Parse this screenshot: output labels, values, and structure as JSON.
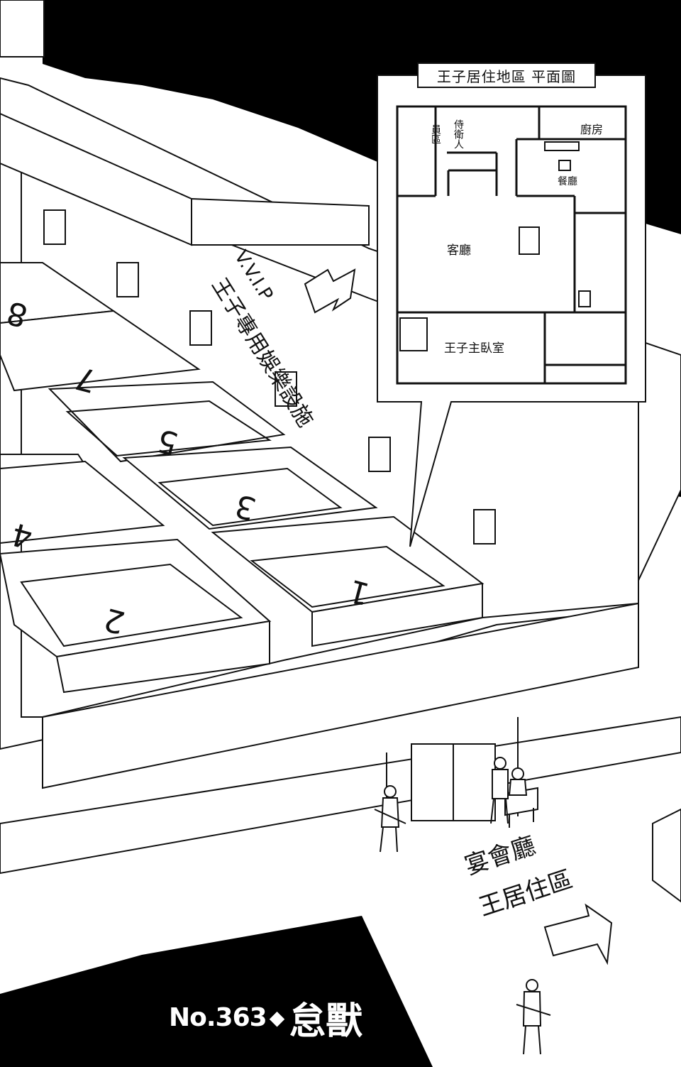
{
  "plan": {
    "title": "王子居住地區 平面圖",
    "rooms": {
      "staff_area": "員區",
      "guard": "侍衛人",
      "kitchen": "廚房",
      "dining": "餐廳",
      "living": "客廳",
      "bedroom": "王子主臥室"
    }
  },
  "signs": {
    "vip_facility": "王子專用娛樂設施",
    "vip_tag": "V.V.I.P",
    "banquet_line1": "宴會廳",
    "banquet_line2": "王居住區"
  },
  "pools": {
    "labels": [
      "1",
      "2",
      "3",
      "4",
      "5",
      "7",
      "8"
    ]
  },
  "chapter": {
    "number": "No.363",
    "separator": "◆",
    "title": "怠獸"
  },
  "colors": {
    "ink": "#111111",
    "paper": "#ffffff",
    "night": "#000000"
  }
}
